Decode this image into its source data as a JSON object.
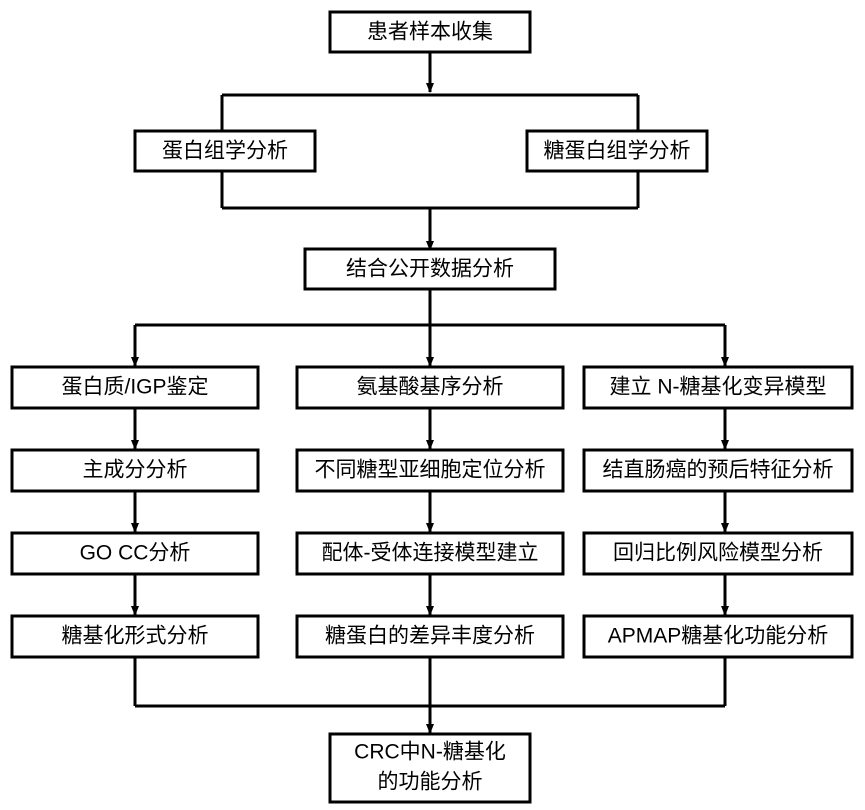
{
  "diagram": {
    "title": "CRC N-glycosylation research workflow flowchart",
    "orientation": "top-to-bottom",
    "stroke_color": "#000000",
    "fill_color": "#ffffff",
    "nodes": {
      "sample_collection": "患者样本收集",
      "proteomics": "蛋白组学分析",
      "glycoproteomics": "糖蛋白组学分析",
      "public_data": "结合公开数据分析",
      "col1": {
        "step1": "蛋白质/IGP鉴定",
        "step2": "主成分分析",
        "step3": "GO CC分析",
        "step4": "糖基化形式分析"
      },
      "col2": {
        "step1": "氨基酸基序分析",
        "step2": "不同糖型亚细胞定位分析",
        "step3": "配体-受体连接模型建立",
        "step4": "糖蛋白的差异丰度分析"
      },
      "col3": {
        "step1": "建立 N-糖基化变异模型",
        "step2": "结直肠癌的预后特征分析",
        "step3": "回归比例风险模型分析",
        "step4": "APMAP糖基化功能分析"
      },
      "final": {
        "line1": "CRC中N-糖基化",
        "line2": "的功能分析"
      }
    }
  }
}
